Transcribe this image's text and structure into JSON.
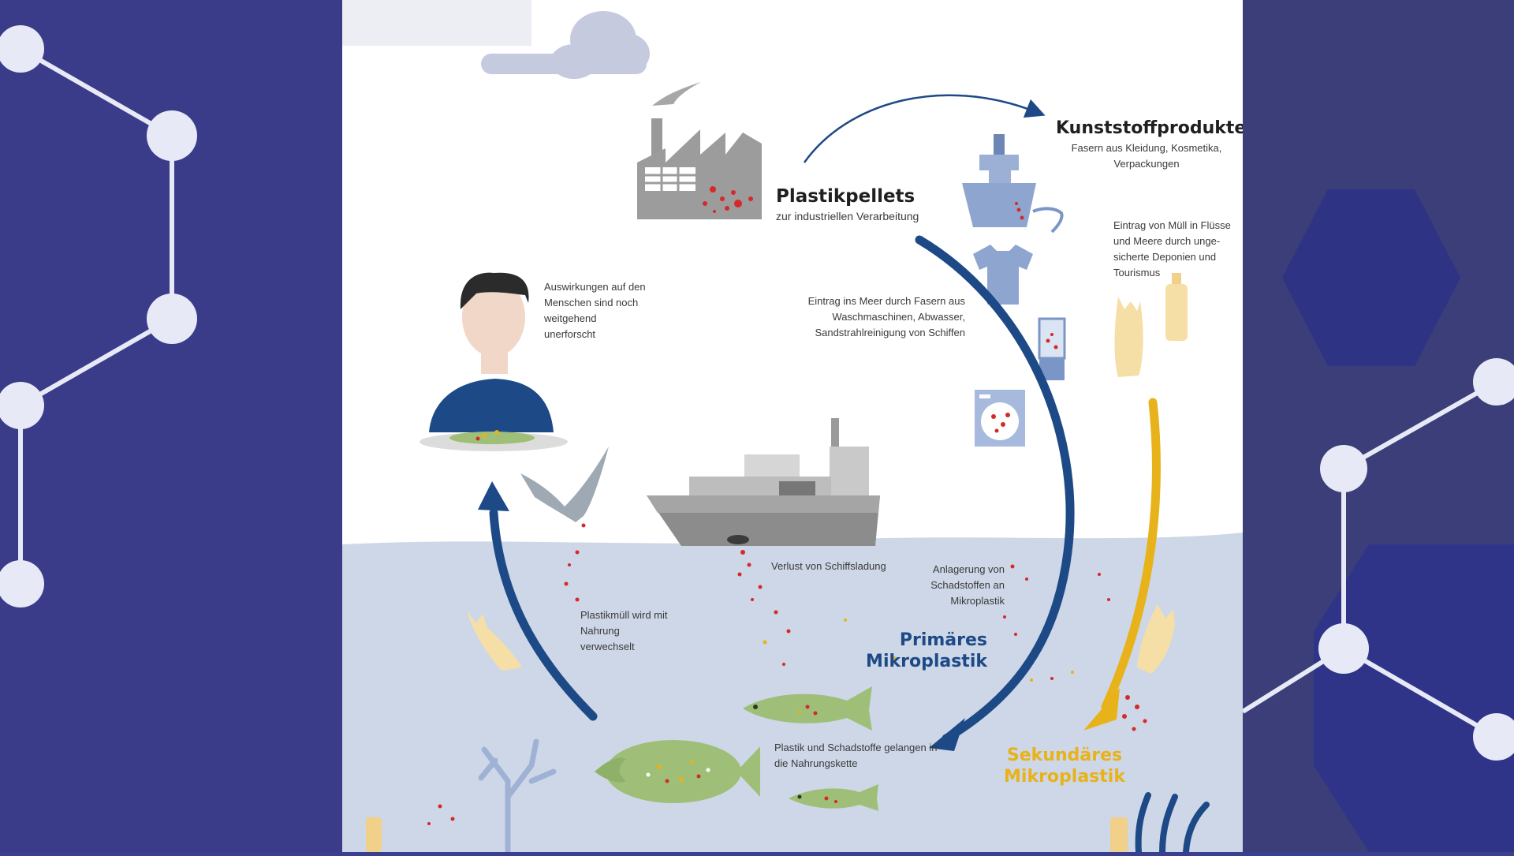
{
  "colors": {
    "left_panel": "#3a3c8a",
    "right_panel": "#3b3e78",
    "network_node": "#e7eaf6",
    "sea": "#cdd7e7",
    "cycle_arrow_blue": "#1d4a86",
    "cycle_arrow_yellow": "#e8b21a",
    "plastic_particles": "#d42a2a"
  },
  "labels": {
    "pellets_title": "Plastikpellets",
    "pellets_sub": "zur industriellen Verarbeitung",
    "products_title": "Kunststoffprodukte",
    "products_sub": "Fasern aus Kleidung, Kosmetika, Verpackungen",
    "human_effects": "Auswirkungen auf den Menschen sind noch weitgehend unerforscht",
    "fibers_entry": "Eintrag ins Meer durch Fasern aus Waschmaschinen, Abwasser, Sandstrahlreinigung von Schiffen",
    "waste_entry": "Eintrag von Müll in Flüsse und Meere durch unge-sicherte Deponien und Tourismus",
    "cargo_loss": "Verlust von Schiffsladung",
    "pollutant_accum": "Anlagerung von Schadstoffen an Mikroplastik",
    "food_confusion": "Plastikmüll wird mit Nahrung verwechselt",
    "primary_line1": "Primäres",
    "primary_line2": "Mikroplastik",
    "foodchain": "Plastik und Schadstoffe gelangen in die Nahrungskette",
    "secondary_line1": "Sekundäres",
    "secondary_line2": "Mikroplastik"
  },
  "icons": [
    "cloud-icon",
    "factory-icon",
    "ship-icon",
    "cargo-ship-icon",
    "tshirt-icon",
    "cosmetics-tube-icon",
    "washing-machine-icon",
    "plastic-bag-icon",
    "bottle-icon",
    "person-icon",
    "seagull-icon",
    "fish-icon",
    "flatfish-icon",
    "coral-icon"
  ]
}
